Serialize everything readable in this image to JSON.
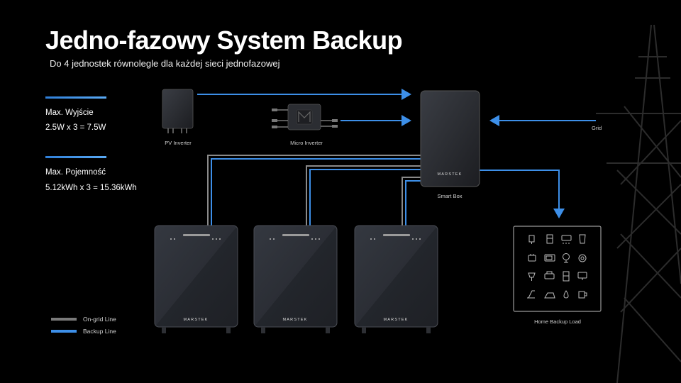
{
  "title": "Jedno-fazowy System Backup",
  "subtitle": "Do 4 jednostek równolegle dla każdej sieci jednofazowej",
  "specs": [
    {
      "label": "Max. Wyjście",
      "value": "2.5W x 3 = 7.5W"
    },
    {
      "label": "Max. Pojemność",
      "value": "5.12kWh x 3 = 15.36kWh"
    }
  ],
  "components": {
    "pv_inverter": "PV Inverter",
    "micro_inverter": "Micro Inverter",
    "smart_box": "Smart Box",
    "grid": "Grid",
    "home_load": "Home Backup Load",
    "brand": "MARSTEK"
  },
  "legend": [
    {
      "label": "On-grid Line",
      "color": "#7a7a7a"
    },
    {
      "label": "Backup Line",
      "color": "#3d8fe8"
    }
  ],
  "colors": {
    "backup_line": "#3d8fe8",
    "ongrid_line": "#8a8a8a",
    "device_body": "#2a2d33"
  },
  "home_load_icons": [
    "lamp-icon",
    "fridge-icon",
    "air-conditioner-icon",
    "tumbler-icon",
    "toaster-icon",
    "microwave-icon",
    "fan-icon",
    "washing-machine-icon",
    "desk-lamp-icon",
    "printer-icon",
    "refrigerator-icon",
    "monitor-icon",
    "hair-dryer-icon",
    "iron-icon",
    "water-drop-icon",
    "mug-icon"
  ]
}
